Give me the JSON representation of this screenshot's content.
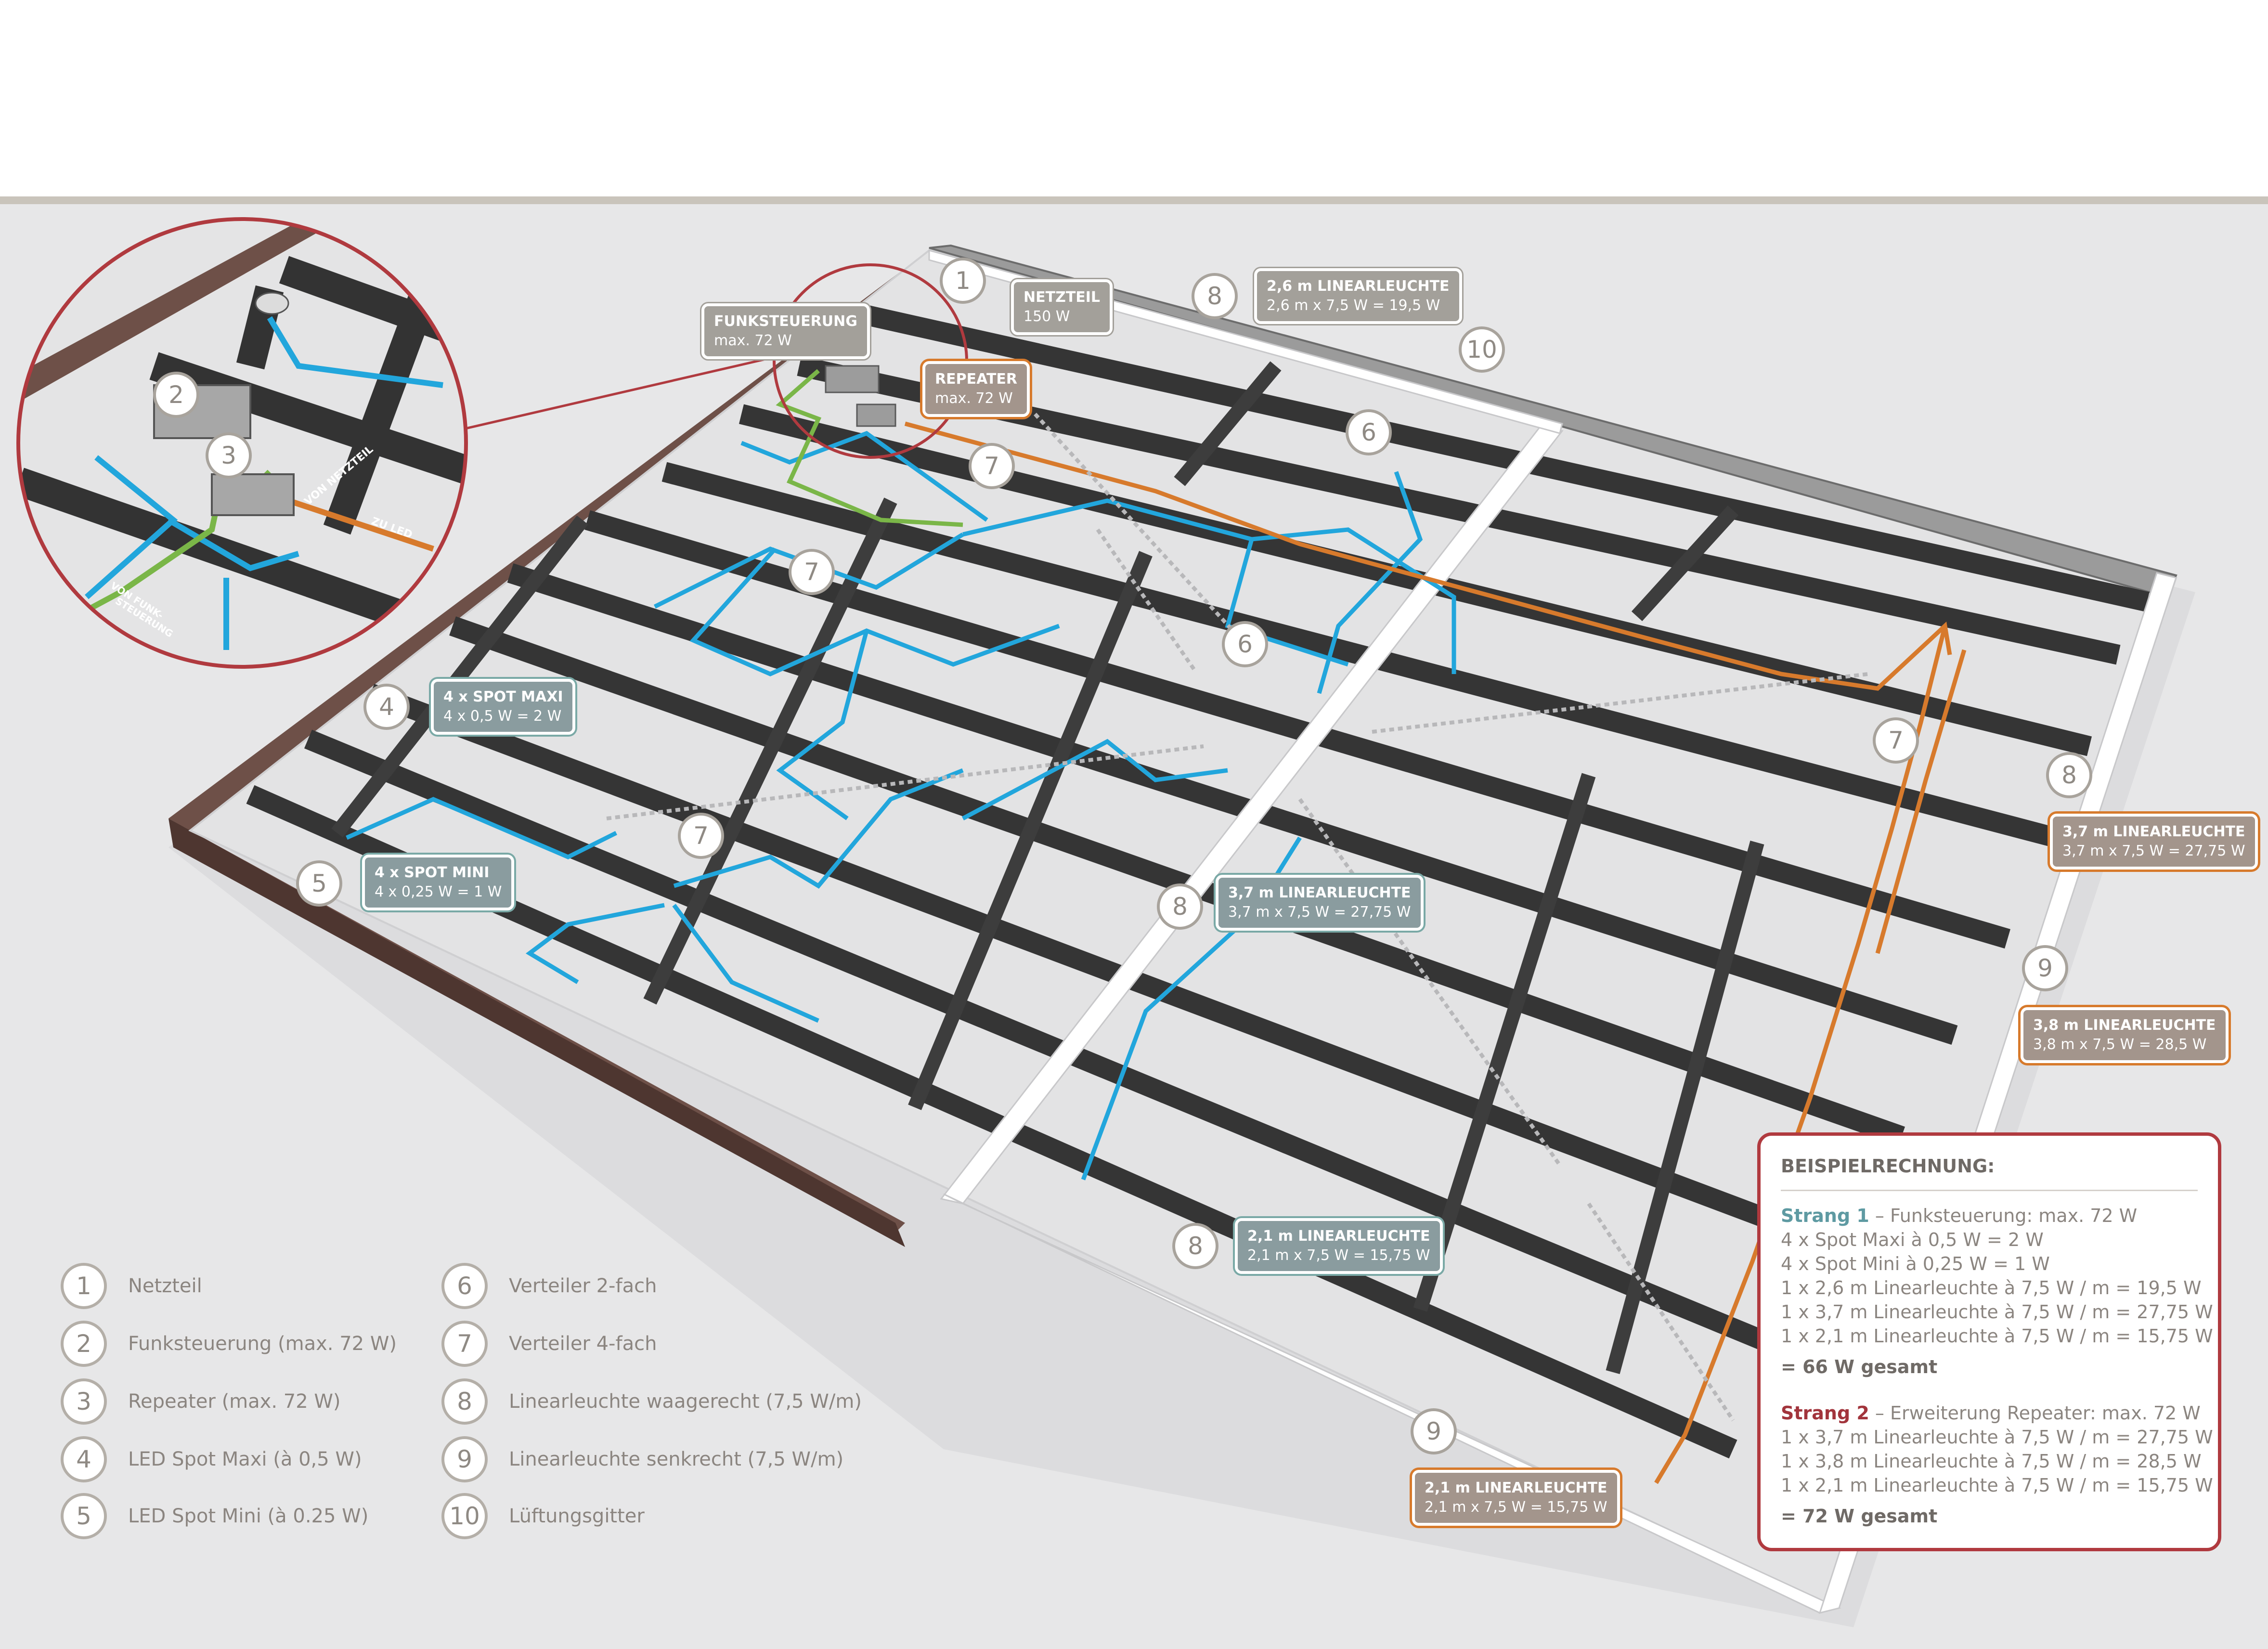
{
  "colors": {
    "frame": "#3a3a3a",
    "wire_blue": "#22a6dc",
    "wire_green": "#7ab648",
    "wire_orange": "#d77a2c",
    "accent_red": "#b03a3f",
    "teal": "#5e9aa2"
  },
  "callouts": {
    "netzteil": {
      "title": "NETZTEIL",
      "sub": "150 W"
    },
    "funksteuerung": {
      "title": "FUNKSTEUERUNG",
      "sub": "max. 72 W"
    },
    "repeater": {
      "title": "REPEATER",
      "sub": "max. 72 W"
    },
    "lin_26": {
      "title": "2,6 m LINEARLEUCHTE",
      "sub": "2,6 m x 7,5 W = 19,5 W"
    },
    "spot_maxi": {
      "title": "4 x SPOT MAXI",
      "sub": "4 x 0,5 W = 2 W"
    },
    "spot_mini": {
      "title": "4 x SPOT MINI",
      "sub": "4 x 0,25 W = 1 W"
    },
    "lin_37_center": {
      "title": "3,7 m LINEARLEUCHTE",
      "sub": "3,7 m x 7,5 W = 27,75 W"
    },
    "lin_37_right": {
      "title": "3,7 m LINEARLEUCHTE",
      "sub": "3,7 m x 7,5 W = 27,75 W"
    },
    "lin_38": {
      "title": "3,8 m LINEARLEUCHTE",
      "sub": "3,8 m x 7,5 W = 28,5 W"
    },
    "lin_21_center": {
      "title": "2,1 m LINEARLEUCHTE",
      "sub": "2,1 m x 7,5 W = 15,75 W"
    },
    "lin_21_bottom": {
      "title": "2,1 m LINEARLEUCHTE",
      "sub": "2,1 m x 7,5 W = 15,75 W"
    }
  },
  "zoom_labels": {
    "von_netzteil": "VON NETZTEIL",
    "zu_led": "ZU LED",
    "von_funk": "VON FUNK-",
    "steuerung": "STEUERUNG"
  },
  "markers": [
    "1",
    "8",
    "10",
    "6",
    "7",
    "7",
    "6",
    "4",
    "7",
    "8",
    "7",
    "5",
    "8",
    "9",
    "8",
    "9",
    "2",
    "3"
  ],
  "legend": [
    {
      "num": "1",
      "label": "Netzteil"
    },
    {
      "num": "2",
      "label": "Funksteuerung (max. 72 W)"
    },
    {
      "num": "3",
      "label": "Repeater (max. 72 W)"
    },
    {
      "num": "4",
      "label": "LED Spot Maxi (à 0,5 W)"
    },
    {
      "num": "5",
      "label": "LED Spot Mini (à 0.25 W)"
    },
    {
      "num": "6",
      "label": "Verteiler 2-fach"
    },
    {
      "num": "7",
      "label": "Verteiler 4-fach"
    },
    {
      "num": "8",
      "label": "Linearleuchte waagerecht (7,5 W/m)"
    },
    {
      "num": "9",
      "label": "Linearleuchte senkrecht (7,5 W/m)"
    },
    {
      "num": "10",
      "label": "Lüftungsgitter"
    }
  ],
  "calc": {
    "heading": "BEISPIELRECHNUNG:",
    "strand1_name": "Strang 1",
    "strand1_desc": " – Funksteuerung: max. 72 W",
    "strand1_lines": [
      "4 x Spot Maxi à 0,5 W = 2 W",
      "4 x Spot Mini à 0,25 W = 1 W",
      "1 x 2,6 m Linearleuchte à 7,5 W / m = 19,5 W",
      "1 x 3,7 m Linearleuchte à 7,5 W / m = 27,75 W",
      "1 x 2,1 m Linearleuchte à 7,5 W / m = 15,75 W"
    ],
    "strand1_total": "= 66 W gesamt",
    "strand2_name": "Strang 2",
    "strand2_desc": " – Erweiterung Repeater: max. 72 W",
    "strand2_lines": [
      "1 x 3,7 m Linearleuchte à 7,5 W / m = 27,75 W",
      "1 x 3,8 m Linearleuchte à 7,5 W / m = 28,5 W",
      "1 x 2,1 m Linearleuchte à 7,5 W / m = 15,75 W"
    ],
    "strand2_total": "= 72 W gesamt"
  }
}
